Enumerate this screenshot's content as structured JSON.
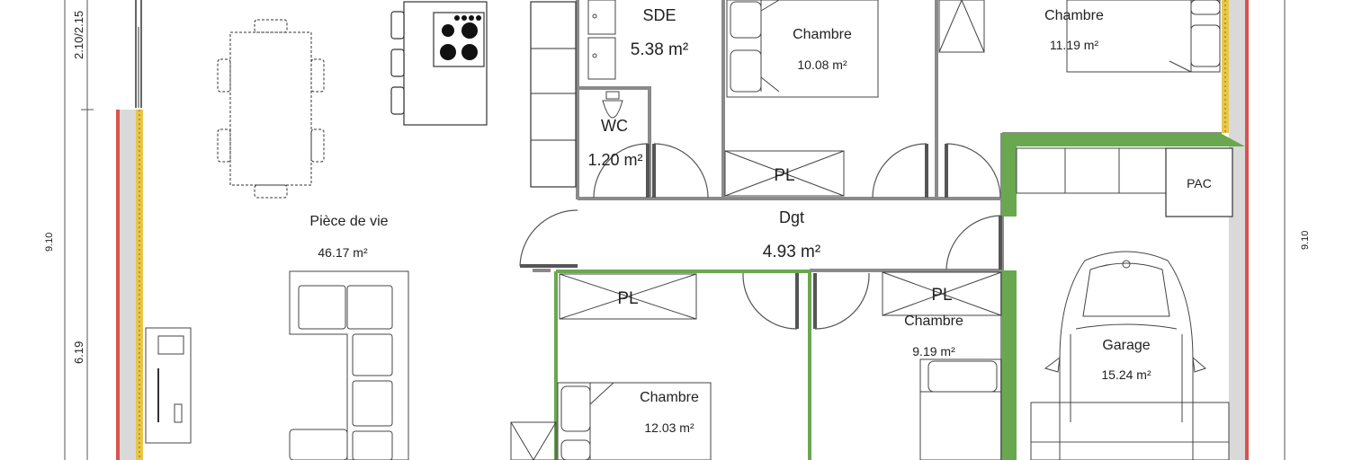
{
  "dimensions": {
    "left_top": "2.10/2.15",
    "left_mid": "9.10",
    "left_bottom": "6.19",
    "right": "9.10"
  },
  "rooms": {
    "sde": {
      "name": "SDE",
      "area": "5.38 m²"
    },
    "chambre_1": {
      "name": "Chambre",
      "area": "10.08 m²"
    },
    "chambre_2": {
      "name": "Chambre",
      "area": "11.19 m²"
    },
    "wc": {
      "name": "WC",
      "area": "1.20 m²"
    },
    "piece_de_vie": {
      "name": "Pièce de vie",
      "area": "46.17 m²"
    },
    "dgt": {
      "name": "Dgt",
      "area": "4.93 m²"
    },
    "chambre_3": {
      "name": "Chambre",
      "area": "9.19 m²"
    },
    "chambre_4": {
      "name": "Chambre",
      "area": "12.03 m²"
    },
    "garage": {
      "name": "Garage",
      "area": "15.24 m²"
    }
  },
  "placards": [
    "PL",
    "PL",
    "PL"
  ],
  "equipment": {
    "pac": "PAC"
  },
  "colors": {
    "wall": "#8a8a8a",
    "green_wall": "#6aa84f",
    "insulation": "#e8c64a",
    "exterior_red": "#d9534f"
  }
}
